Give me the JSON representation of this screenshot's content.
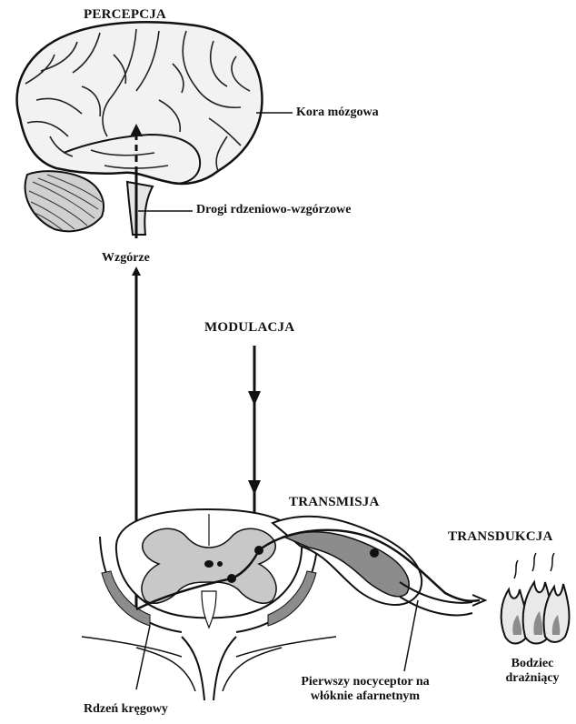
{
  "labels": {
    "perception": "PERCEPCJA",
    "cortex": "Kora mózgowa",
    "spinothalamic": "Drogi rdzeniowo-wzgórzowe",
    "thalamus": "Wzgórze",
    "modulation": "MODULACJA",
    "transmission": "TRANSMISJA",
    "transduction": "TRANSDUKCJA",
    "stimulus_line1": "Bodziec",
    "stimulus_line2": "drażniący",
    "nociceptor_line1": "Pierwszy nocyceptor na",
    "nociceptor_line2": "włóknie afarnetnym",
    "spinal_cord": "Rdzeń kręgowy"
  },
  "colors": {
    "line": "#111111",
    "brain_fill": "#f2f2f2",
    "grey_matter": "#c8c8c8",
    "dark_grey": "#8c8c8c",
    "flame_fill": "#e9e9e9"
  }
}
